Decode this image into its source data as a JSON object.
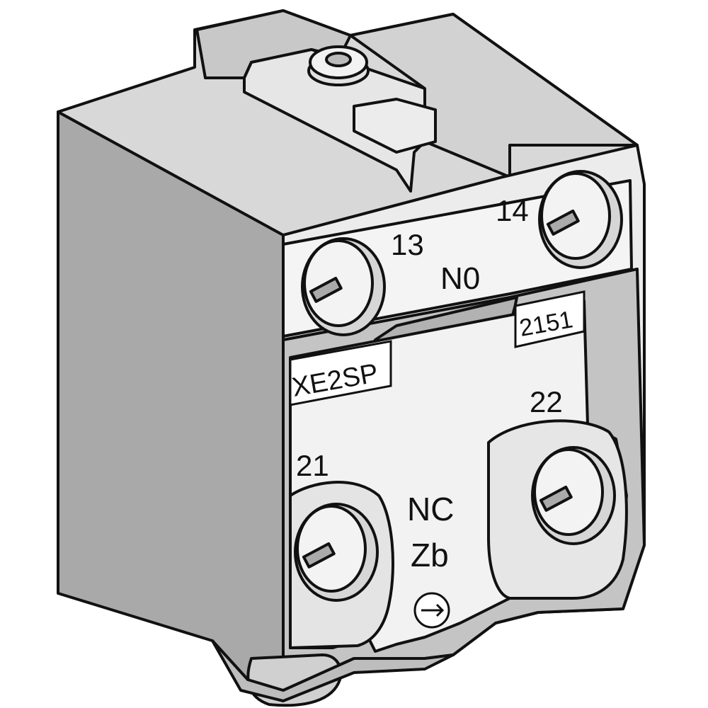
{
  "image": {
    "subject": "contact-block",
    "colors": {
      "body_side": "#a9a9a9",
      "body_top": "#d8d8d8",
      "face": "#ececec",
      "outline": "#111111",
      "cavity": "#c4c4c4"
    }
  },
  "labels": {
    "terminal_13": "13",
    "terminal_14": "14",
    "contact_no": "N0",
    "part_code": "2151",
    "model": "XE2SP",
    "terminal_22": "22",
    "terminal_21": "21",
    "contact_nc": "NC",
    "zb": "Zb"
  },
  "icons": {
    "direction": "arrow-right-in-circle-icon"
  }
}
